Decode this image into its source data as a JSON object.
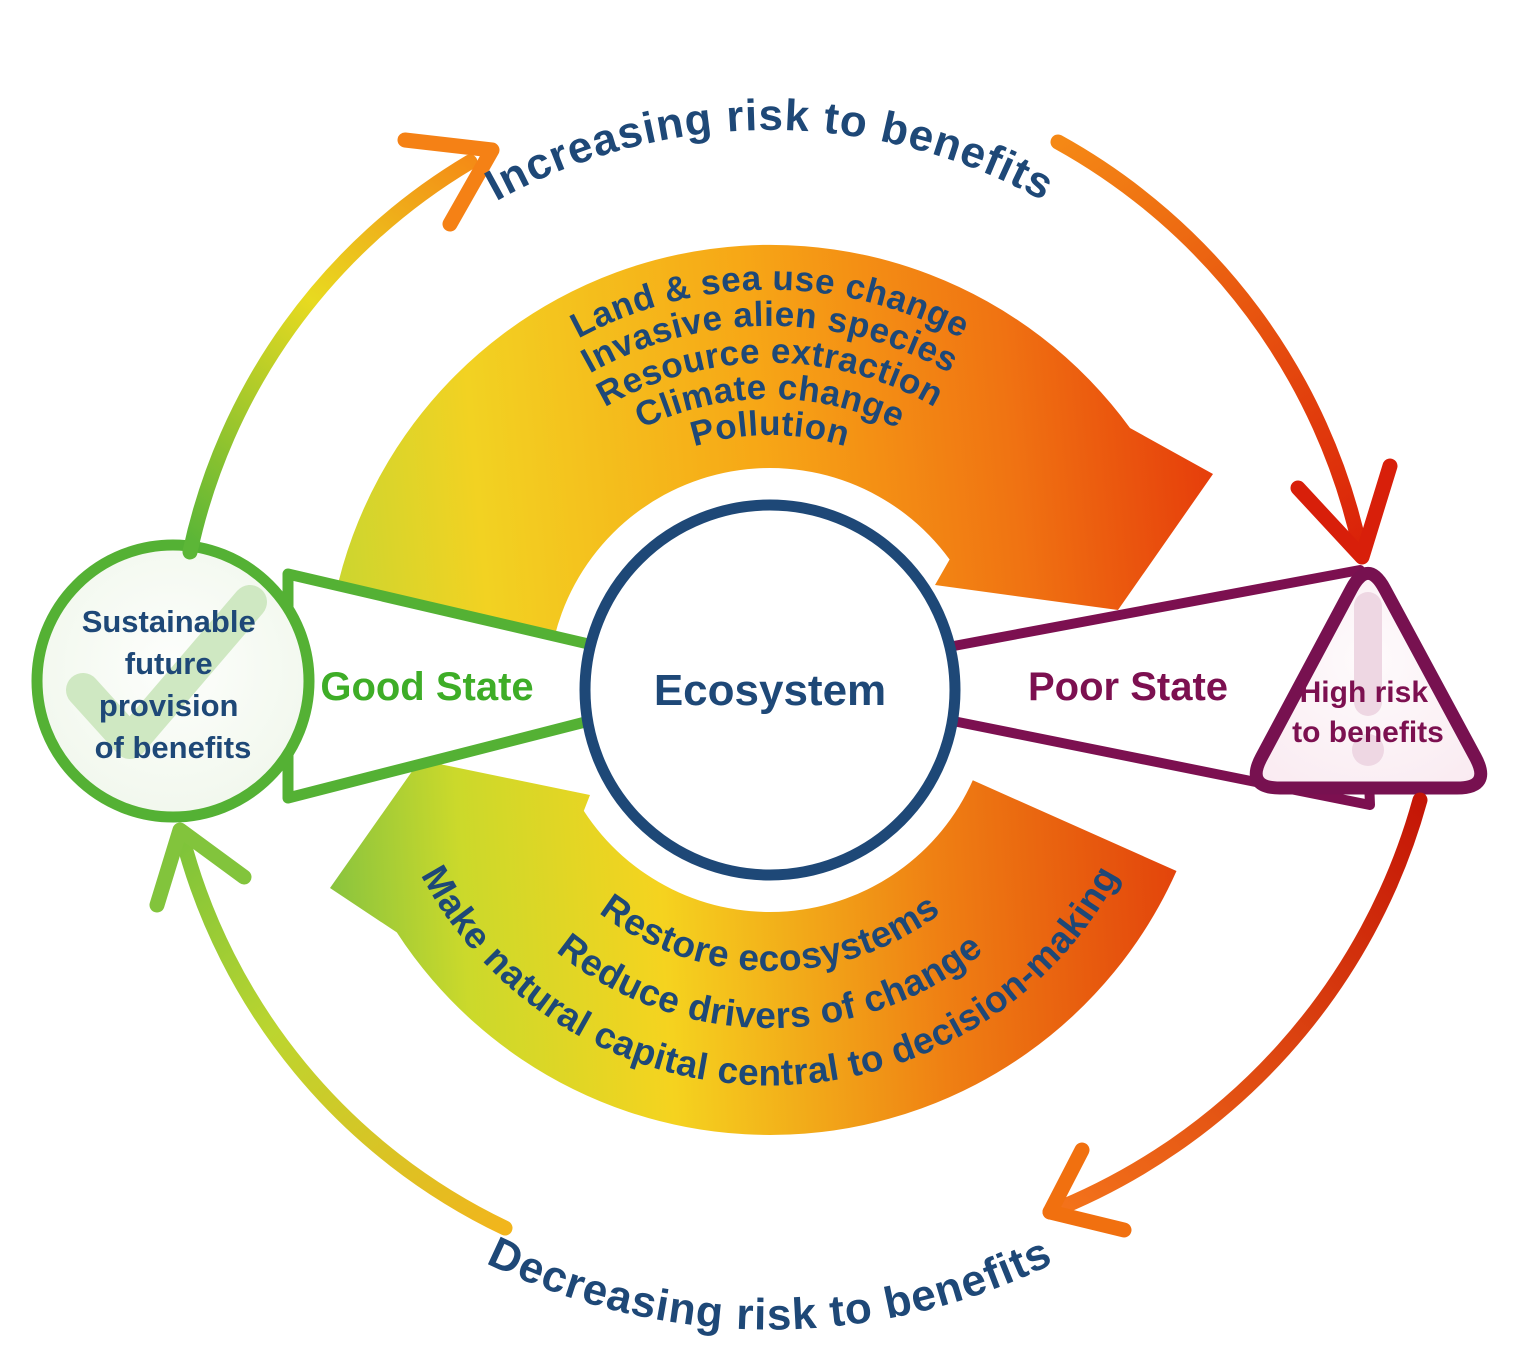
{
  "diagram": {
    "center_label": "Ecosystem",
    "good_state_label": "Good State",
    "poor_state_label": "Poor State",
    "sustainable_lines": [
      "Sustainable",
      "future",
      "provision",
      "of benefits"
    ],
    "high_risk_lines": [
      "High risk",
      "to benefits"
    ],
    "pressures": [
      "Land & sea use change",
      "Invasive alien species",
      "Resource extraction",
      "Climate change",
      "Pollution"
    ],
    "responses": [
      "Restore ecosystems",
      "Reduce drivers of change",
      "Make natural capital central to decision-making"
    ],
    "increasing_label": "Increasing risk to benefits",
    "decreasing_label": "Decreasing risk to benefits"
  },
  "colors": {
    "text_blue": "#1e4877",
    "state_green": "#3ead27",
    "border_green": "#54b134",
    "state_maroon": "#7c1050",
    "gradient_yellow": "#f2d222",
    "gradient_orange": "#f07312",
    "gradient_red": "#e63e0b",
    "gradient_green": "#8ac43e",
    "circle_fill_green": "#eff7e9",
    "triangle_fill_pink": "#fbeef3"
  }
}
